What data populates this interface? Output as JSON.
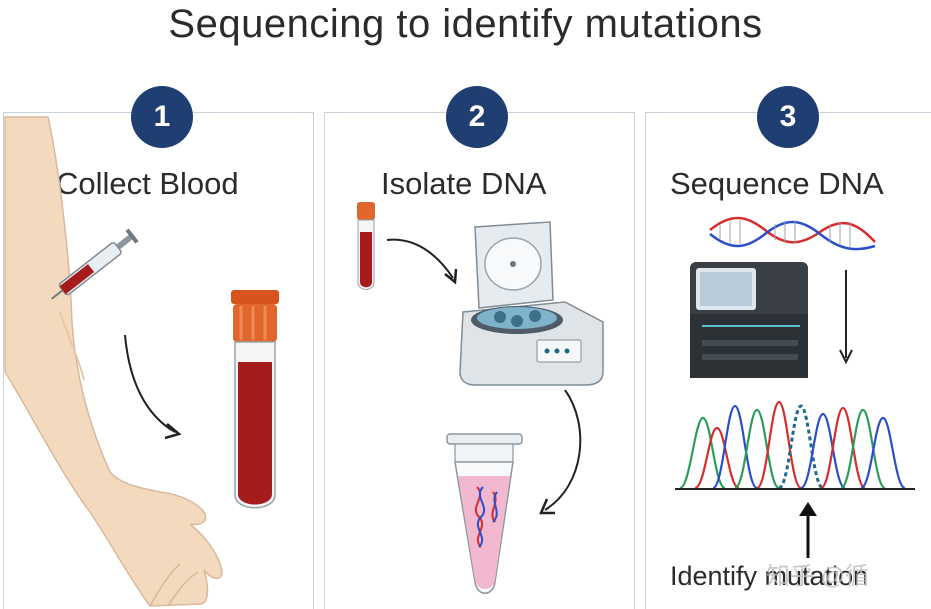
{
  "title": "Sequencing to identify mutations",
  "steps": [
    {
      "number": "1",
      "label": "Collect Blood"
    },
    {
      "number": "2",
      "label": "Isolate DNA"
    },
    {
      "number": "3",
      "label": "Sequence DNA"
    }
  ],
  "identify_label": "Identify mutation",
  "watermark": "知乎 @循",
  "colors": {
    "badge": "#1f3f73",
    "blood": "#a61c1c",
    "cap": "#e0662b",
    "skin": "#f3d9bd",
    "peaks": [
      "#2a9d5c",
      "#d62d2d",
      "#2b4fc9",
      "#1d6a8a"
    ]
  }
}
